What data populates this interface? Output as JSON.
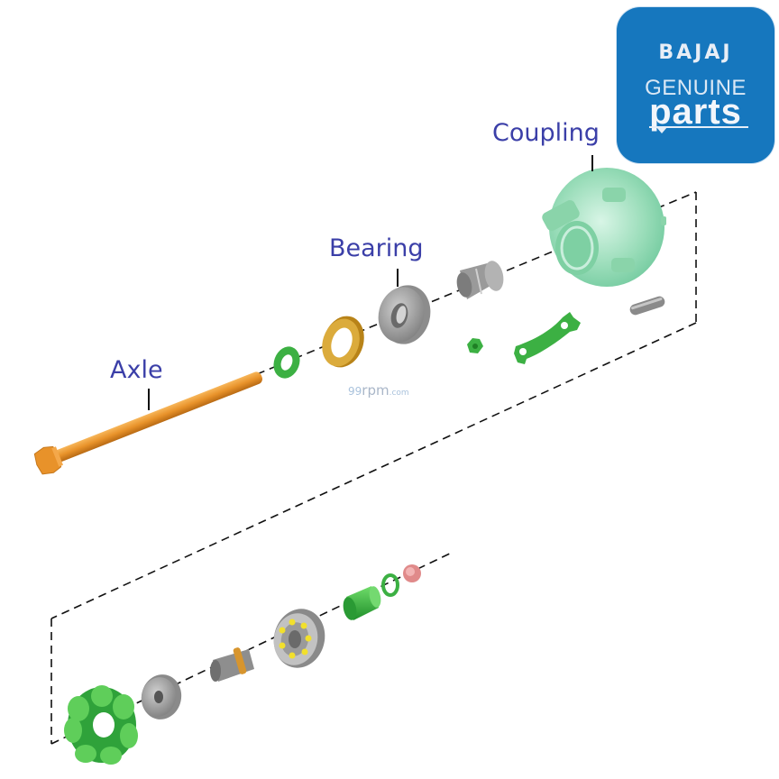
{
  "diagram": {
    "title": "Bajaj rear wheel hub exploded view",
    "labels": {
      "coupling": "Coupling",
      "bearing": "Bearing",
      "axle": "Axle"
    },
    "logo": {
      "brand": "BAJAJ",
      "line2": "GENUINE",
      "line3": "parts"
    },
    "watermark": {
      "prefix": "99",
      "main": "rpm",
      "suffix": ".com"
    },
    "parts_upper_row": [
      "axle",
      "green-washer",
      "brass-spacer",
      "bearing",
      "bushing-sleeve",
      "green-nut",
      "green-lock-plate",
      "coupling",
      "pin"
    ],
    "parts_lower_row": [
      "rubber-damper",
      "grey-spacer",
      "sleeve-collar",
      "ball-bearing",
      "green-sleeve",
      "green-o-ring",
      "red-cap"
    ],
    "colors": {
      "label_text": "#3b3fa8",
      "logo_bg": "#1677be",
      "axle": "#e8922a",
      "green_part": "#3cb043",
      "coupling": "#8fdcb4",
      "metal": "#8a8a8a",
      "brass": "#c99a2e"
    }
  }
}
